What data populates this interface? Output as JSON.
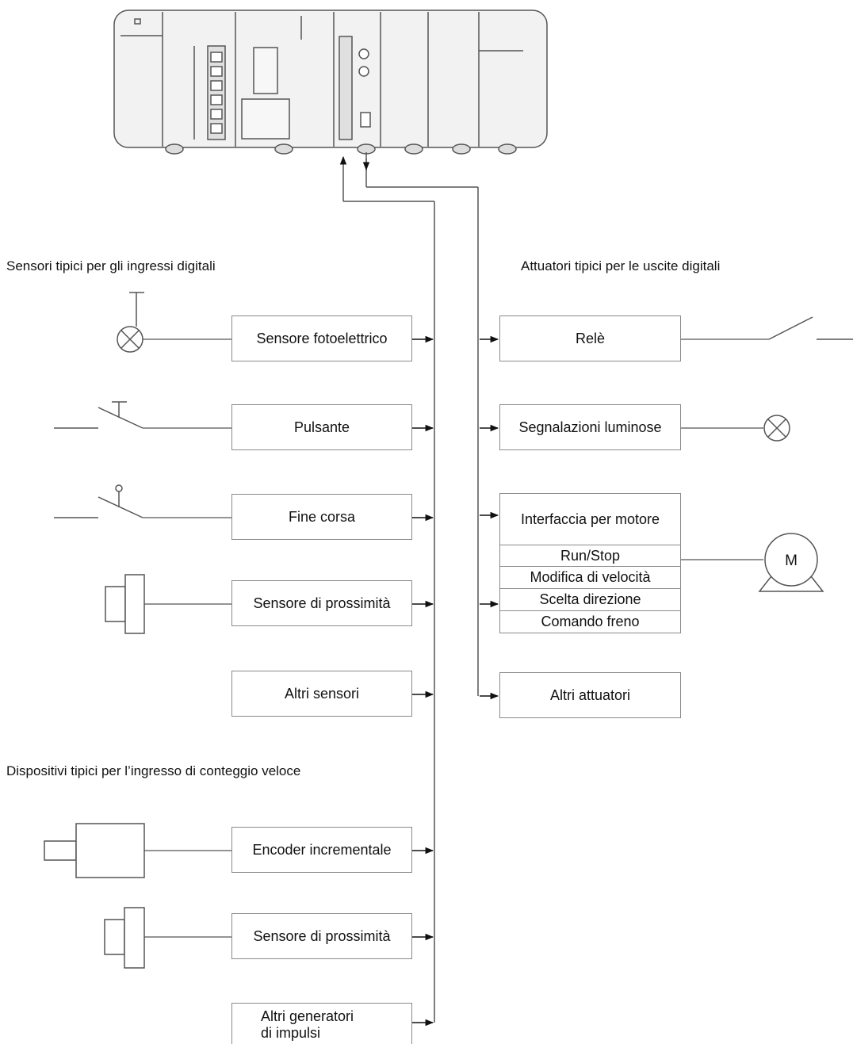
{
  "headings": {
    "inputs": "Sensori tipici per gli ingressi digitali",
    "outputs": "Attuatori tipici per le uscite digitali",
    "counter": "Dispositivi tipici per l’ingresso di conteggio veloce"
  },
  "inputs": [
    {
      "label": "Sensore fotoelettrico",
      "icon": "photoelectric-sensor-icon"
    },
    {
      "label": "Pulsante",
      "icon": "pushbutton-icon"
    },
    {
      "label": "Fine corsa",
      "icon": "limit-switch-icon"
    },
    {
      "label": "Sensore di prossimità",
      "icon": "proximity-sensor-icon"
    },
    {
      "label": "Altri sensori",
      "icon": ""
    }
  ],
  "counter_inputs": [
    {
      "label": "Encoder incrementale",
      "icon": "encoder-icon"
    },
    {
      "label": "Sensore di prossimità",
      "icon": "proximity-sensor-icon"
    },
    {
      "label": "Altri generatori\ndi impulsi",
      "icon": ""
    }
  ],
  "outputs": [
    {
      "label": "Relè",
      "icon": "relay-contact-icon"
    },
    {
      "label": "Segnalazioni luminose",
      "icon": "indicator-lamp-icon"
    },
    {
      "label": "Interfaccia per motore",
      "icon": "motor-icon",
      "sub": [
        "Run/Stop",
        "Modifica di velocità",
        "Scelta direzione",
        "Comando freno"
      ],
      "motor_symbol": "M"
    },
    {
      "label": "Altri attuatori",
      "icon": ""
    }
  ],
  "colors": {
    "line": "#707070",
    "box_border": "#8a8a8a",
    "plc_fill": "#f2f2f2",
    "text": "#111111"
  }
}
